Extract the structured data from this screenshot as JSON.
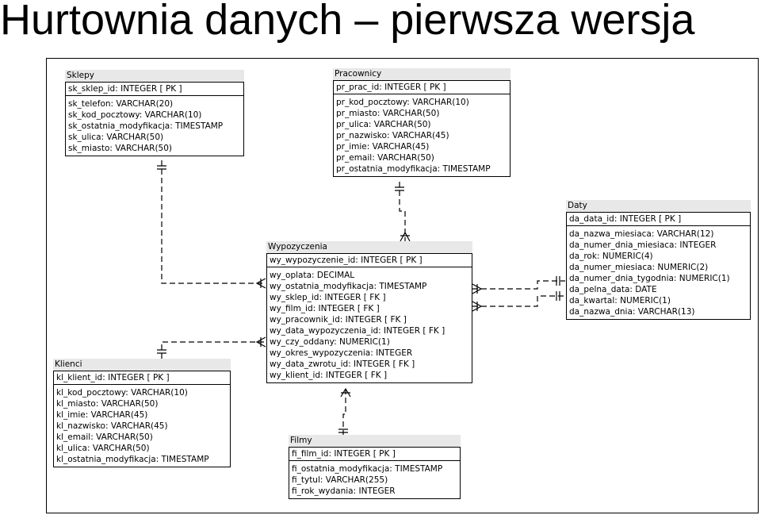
{
  "title": "Hurtownia danych – pierwsza wersja",
  "tables": {
    "sklepy": {
      "name": "Sklepy",
      "pk": "sk_sklep_id: INTEGER  [ PK ]",
      "columns": [
        "sk_telefon: VARCHAR(20)",
        "sk_kod_pocztowy: VARCHAR(10)",
        "sk_ostatnia_modyfikacja: TIMESTAMP",
        "sk_ulica: VARCHAR(50)",
        "sk_miasto: VARCHAR(50)"
      ]
    },
    "pracownicy": {
      "name": "Pracownicy",
      "pk": "pr_prac_id: INTEGER  [ PK ]",
      "columns": [
        "pr_kod_pocztowy: VARCHAR(10)",
        "pr_miasto: VARCHAR(50)",
        "pr_ulica: VARCHAR(50)",
        "pr_nazwisko: VARCHAR(45)",
        "pr_imie: VARCHAR(45)",
        "pr_email: VARCHAR(50)",
        "pr_ostatnia_modyfikacja: TIMESTAMP"
      ]
    },
    "daty": {
      "name": "Daty",
      "pk": "da_data_id: INTEGER  [ PK ]",
      "columns": [
        "da_nazwa_miesiaca: VARCHAR(12)",
        "da_numer_dnia_miesiaca: INTEGER",
        "da_rok: NUMERIC(4)",
        "da_numer_miesiaca: NUMERIC(2)",
        "da_numer_dnia_tygodnia: NUMERIC(1)",
        "da_pelna_data: DATE",
        "da_kwartal: NUMERIC(1)",
        "da_nazwa_dnia: VARCHAR(13)"
      ]
    },
    "wypozyczenia": {
      "name": "Wypozyczenia",
      "pk": "wy_wypozyczenie_id: INTEGER  [ PK ]",
      "columns": [
        "wy_oplata: DECIMAL",
        "wy_ostatnia_modyfikacja: TIMESTAMP",
        "wy_sklep_id: INTEGER  [ FK ]",
        "wy_film_id: INTEGER  [ FK ]",
        "wy_pracownik_id: INTEGER  [ FK ]",
        "wy_data_wypozyczenia_id: INTEGER  [ FK ]",
        "wy_czy_oddany: NUMERIC(1)",
        "wy_okres_wypozyczenia: INTEGER",
        "wy_data_zwrotu_id: INTEGER  [ FK ]",
        "wy_klient_id: INTEGER  [ FK ]"
      ]
    },
    "klienci": {
      "name": "Klienci",
      "pk": "kl_klient_id: INTEGER  [ PK ]",
      "columns": [
        "kl_kod_pocztowy: VARCHAR(10)",
        "kl_miasto: VARCHAR(50)",
        "kl_imie: VARCHAR(45)",
        "kl_nazwisko: VARCHAR(45)",
        "kl_email: VARCHAR(50)",
        "kl_ulica: VARCHAR(50)",
        "kl_ostatnia_modyfikacja: TIMESTAMP"
      ]
    },
    "filmy": {
      "name": "Filmy",
      "pk": "fi_film_id: INTEGER  [ PK ]",
      "columns": [
        "fi_ostatnia_modyfikacja: TIMESTAMP",
        "fi_tytul: VARCHAR(255)",
        "fi_rok_wydania: INTEGER"
      ]
    }
  }
}
